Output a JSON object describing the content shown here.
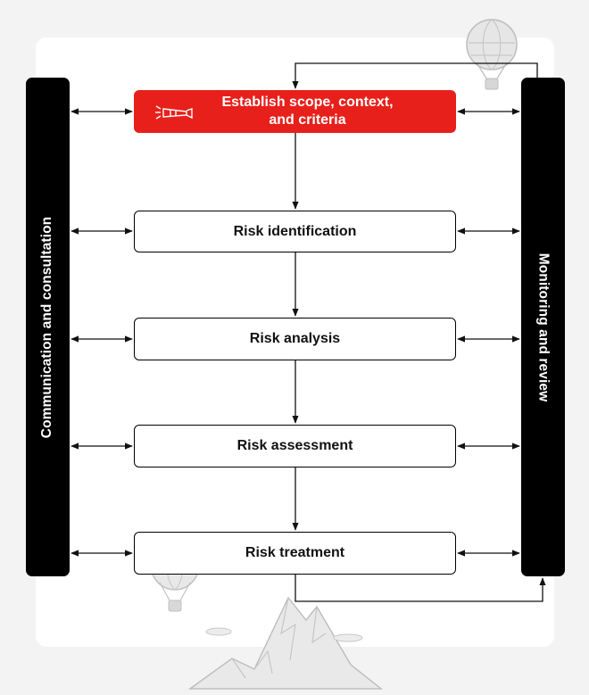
{
  "diagram": {
    "left_bar_label": "Communication and consultation",
    "right_bar_label": "Monitoring and review",
    "steps": [
      {
        "label": "Establish scope, context,\nand criteria"
      },
      {
        "label": "Risk identification"
      },
      {
        "label": "Risk analysis"
      },
      {
        "label": "Risk assessment"
      },
      {
        "label": "Risk treatment"
      }
    ]
  },
  "colors": {
    "accent": "#e8201b",
    "bars": "#000000",
    "background": "#f3f3f3",
    "card": "#ffffff"
  },
  "icons": [
    "flashlight-icon",
    "hot-air-balloon-icon",
    "mountain-illustration"
  ]
}
